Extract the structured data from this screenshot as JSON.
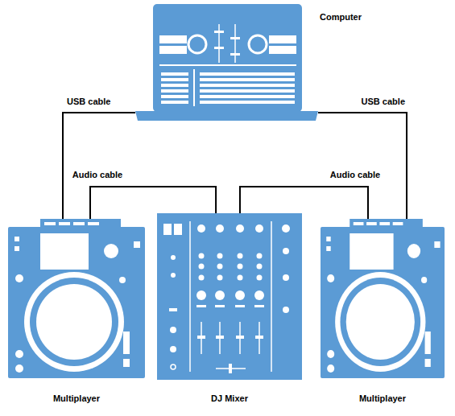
{
  "diagram": {
    "nodes": [
      {
        "text": [
          "Computer"
        ]
      },
      {
        "text": [
          "Multiplayer"
        ]
      },
      {
        "text": [
          "DJ Mixer"
        ]
      },
      {
        "text": [
          "Multiplayer"
        ]
      }
    ],
    "edges": [
      {
        "from": 0,
        "to": 1,
        "label": "USB cable",
        "arrow": "none"
      },
      {
        "from": 0,
        "to": 3,
        "label": "USB cable",
        "arrow": "none"
      },
      {
        "from": 1,
        "to": 2,
        "label": "Audio cable",
        "arrow": "none"
      },
      {
        "from": 3,
        "to": 2,
        "label": "Audio cable",
        "arrow": "none"
      }
    ]
  }
}
